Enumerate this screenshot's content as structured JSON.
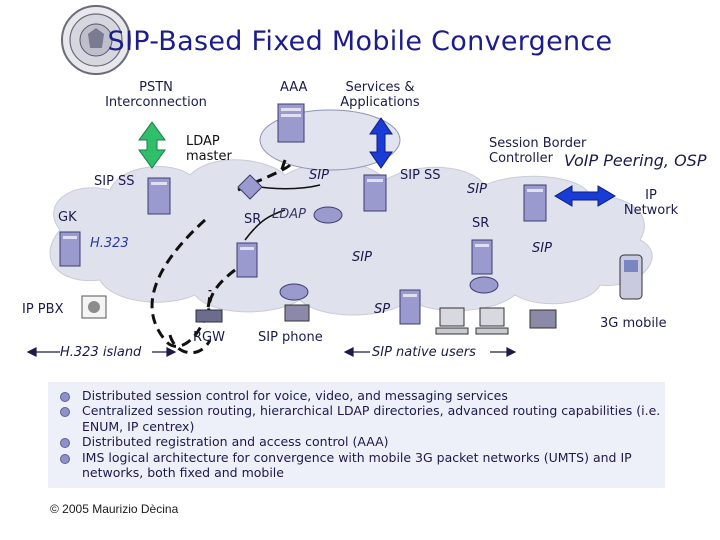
{
  "title": "SIP-Based Fixed Mobile Convergence",
  "labels": {
    "pstn": "PSTN\nInterconnection",
    "aaa": "AAA",
    "services": "Services &\nApplications",
    "ldap_master": "LDAP\nmaster",
    "session_border": "Session Border\nController",
    "voip_peering": "VoIP Peering, OSP",
    "sip_ss_left": "SIP SS",
    "sip_top": "SIP",
    "sip_ss_mid": "SIP SS",
    "sip_right": "SIP",
    "ip_network": "IP\nNetwork",
    "gk": "GK",
    "sr_left": "SR",
    "ldap": "LDAP",
    "sr_right": "SR",
    "h323": "H.323",
    "sip_center": "SIP",
    "sip_far_right": "SIP",
    "ip_pbx": "IP PBX",
    "sp": "SP",
    "mobile_3g": "3G mobile",
    "rgw": "RGW",
    "sip_phone": "SIP phone",
    "h323_island": "H.323 island",
    "sip_native_users": "SIP native users"
  },
  "bullets": [
    "Distributed session control for voice, video, and messaging services",
    "Centralized session routing, hierarchical LDAP directories, advanced routing capabilities (i.e. ENUM, IP centrex)",
    "Distributed registration and access control (AAA)",
    "IMS logical architecture for convergence with mobile 3G packet networks (UMTS) and IP networks, both fixed and mobile"
  ],
  "copyright": "© 2005 Maurizio Dècina",
  "colors": {
    "title": "#1c1c8c",
    "cloud": "#dfe2ec",
    "arrow_green": "#2fbf6a",
    "arrow_blue": "#1a3cd6",
    "server": "#9a9acf",
    "bullet_bg": "#edf0f8"
  },
  "icons": [
    "university-seal-icon",
    "server-icon",
    "router-icon",
    "workstation-icon",
    "phone-icon",
    "mobile-phone-icon",
    "ip-pbx-icon",
    "residential-gateway-icon"
  ]
}
